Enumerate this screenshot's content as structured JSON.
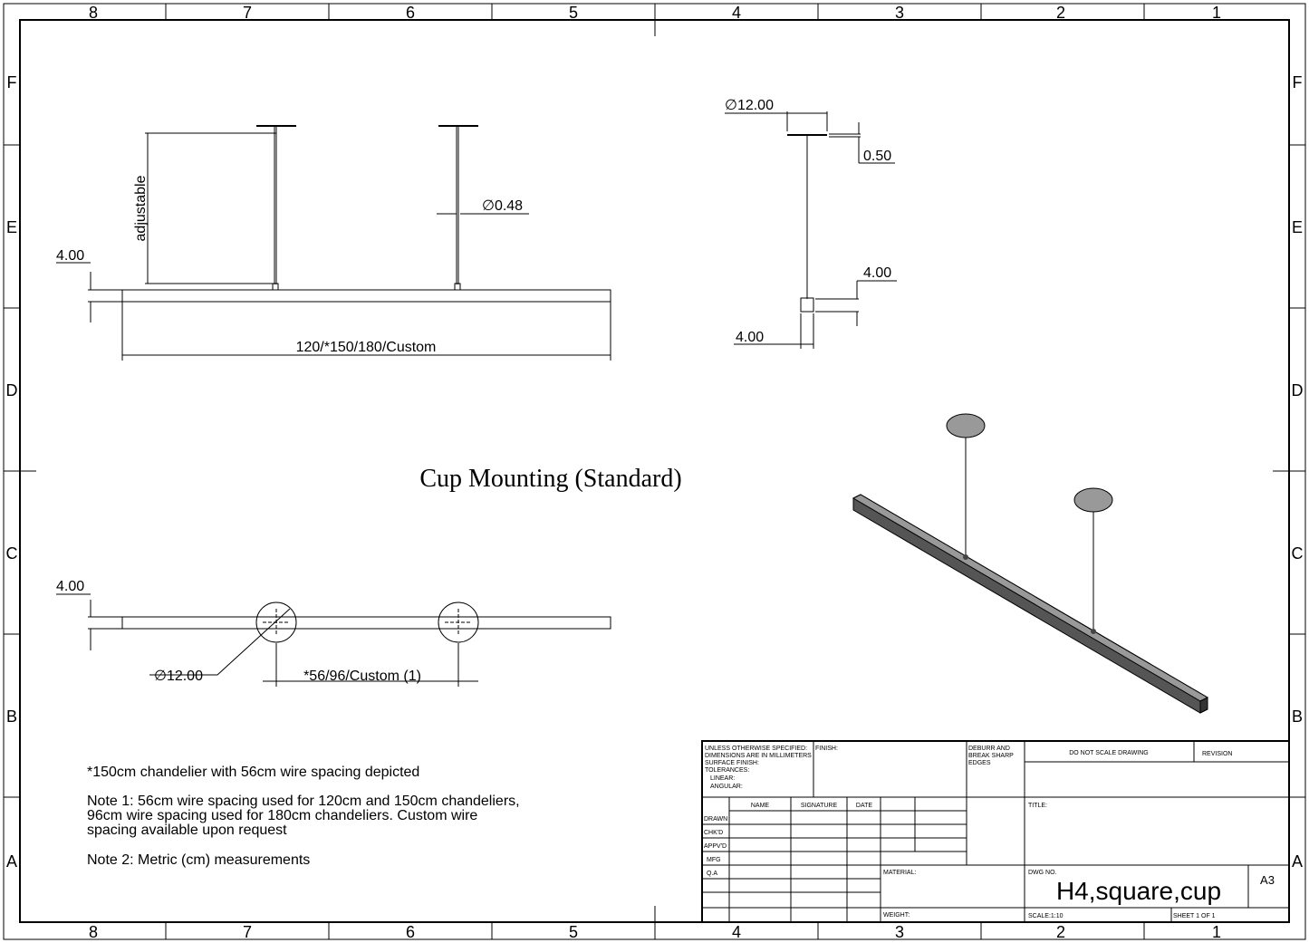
{
  "zones": {
    "cols": [
      "8",
      "7",
      "6",
      "5",
      "4",
      "3",
      "2",
      "1"
    ],
    "rows": [
      "F",
      "E",
      "D",
      "C",
      "B",
      "A"
    ]
  },
  "title": "Cup Mounting (Standard)",
  "top_view": {
    "adjustable": "adjustable",
    "height": "4.00",
    "length": "120/*150/180/Custom",
    "wire_dia": "∅0.48"
  },
  "side_view": {
    "canopy_dia": "∅12.00",
    "canopy_thk": "0.50",
    "bar_h": "4.00",
    "bar_w": "4.00"
  },
  "bottom_view": {
    "height": "4.00",
    "cup_dia": "∅12.00",
    "spacing": "*56/96/Custom (1)"
  },
  "notes": [
    "*150cm chandelier with 56cm wire spacing depicted",
    "Note 1: 56cm wire spacing used for 120cm and 150cm chandeliers,",
    "96cm wire spacing used for 180cm chandeliers. Custom wire",
    "spacing available upon request",
    "Note 2: Metric (cm) measurements"
  ],
  "title_block": {
    "spec": [
      "UNLESS OTHERWISE SPECIFIED:",
      "DIMENSIONS ARE IN MILLIMETERS",
      "SURFACE FINISH:",
      "TOLERANCES:",
      "LINEAR:",
      "ANGULAR:"
    ],
    "finish": "FINISH:",
    "deburr": [
      "DEBURR AND",
      "BREAK SHARP",
      "EDGES"
    ],
    "do_not_scale": "DO NOT SCALE DRAWING",
    "revision": "REVISION",
    "headers": [
      "NAME",
      "SIGNATURE",
      "DATE"
    ],
    "roles": [
      "DRAWN",
      "CHK'D",
      "APPV'D",
      "MFG",
      "Q.A"
    ],
    "title_label": "TITLE:",
    "material": "MATERIAL:",
    "weight": "WEIGHT:",
    "dwg_label": "DWG NO.",
    "dwg_no": "H4,square,cup",
    "size": "A3",
    "scale": "SCALE:1:10",
    "sheet": "SHEET 1 OF 1"
  }
}
